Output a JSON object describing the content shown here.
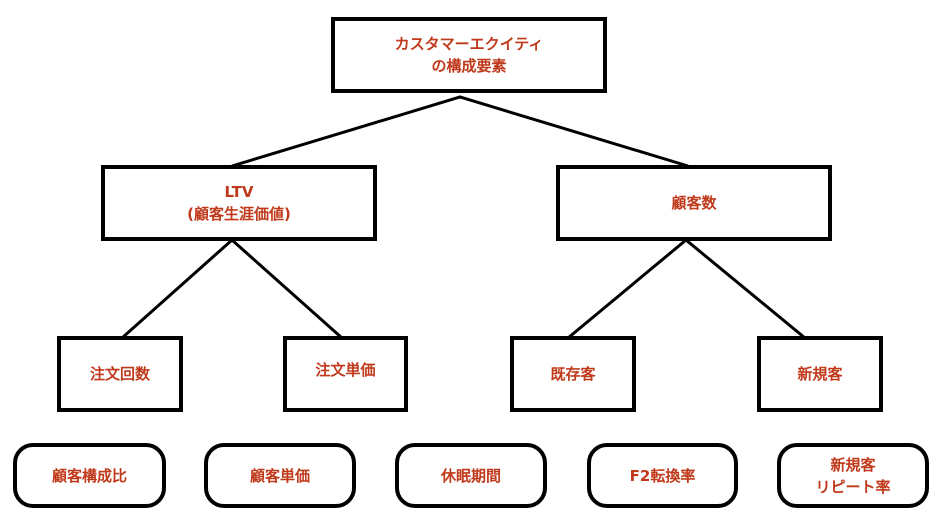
{
  "title": "カスタマーエクイティの構成要素",
  "colors": {
    "text": "#c0391b",
    "border": "#000000",
    "background": "#ffffff"
  },
  "nodes": {
    "root": {
      "label": "カスタマーエクイティ\nの構成要素"
    },
    "ltv": {
      "label": "LTV\n(顧客生涯価値)"
    },
    "customers": {
      "label": "顧客数"
    },
    "order_count": {
      "label": "注文回数"
    },
    "order_price": {
      "label": "注文単価"
    },
    "existing": {
      "label": "既存客"
    },
    "new": {
      "label": "新規客"
    }
  },
  "factors": [
    {
      "label": "顧客構成比"
    },
    {
      "label": "顧客単価"
    },
    {
      "label": "休眠期間"
    },
    {
      "label": "F2転換率"
    },
    {
      "label": "新規客\nリピート率"
    }
  ],
  "edges": [
    {
      "from": "root",
      "to": "ltv"
    },
    {
      "from": "root",
      "to": "customers"
    },
    {
      "from": "ltv",
      "to": "order_count"
    },
    {
      "from": "ltv",
      "to": "order_price"
    },
    {
      "from": "customers",
      "to": "existing"
    },
    {
      "from": "customers",
      "to": "new"
    }
  ]
}
